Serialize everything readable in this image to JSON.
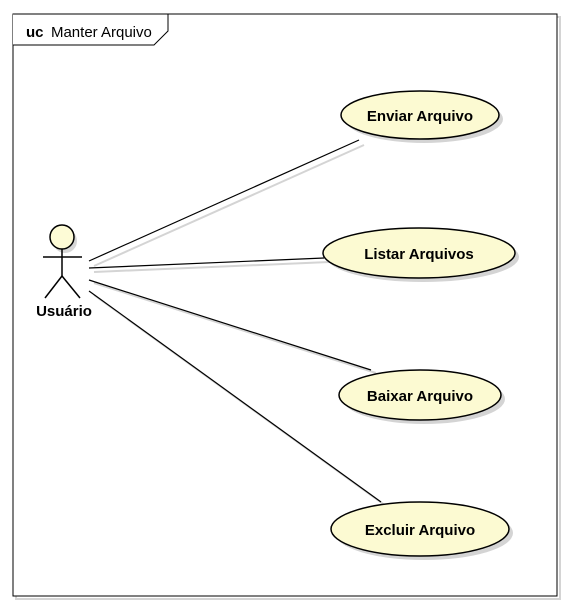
{
  "frame": {
    "keyword": "uc",
    "name": "Manter Arquivo"
  },
  "actor": {
    "name": "Usuário",
    "head_color": "#fdfbd6"
  },
  "use_cases": [
    {
      "id": "enviar",
      "label": "Enviar Arquivo"
    },
    {
      "id": "listar",
      "label": "Listar Arquivos"
    },
    {
      "id": "baixar",
      "label": "Baixar Arquivo"
    },
    {
      "id": "excluir",
      "label": "Excluir Arquivo"
    }
  ],
  "colors": {
    "use_case_fill": "#fcfad2",
    "stroke": "#000000",
    "shadow": "#c8c8c8"
  }
}
